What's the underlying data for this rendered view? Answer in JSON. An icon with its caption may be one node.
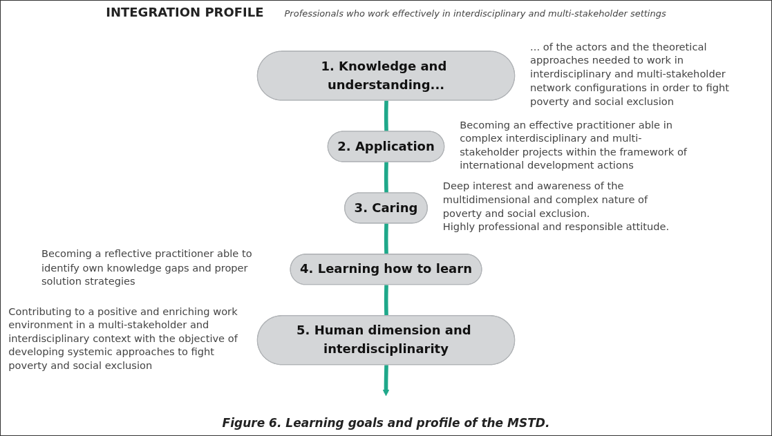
{
  "diagram": {
    "caption": "Figure 6. Learning goals and profile of the MSTD.",
    "nodes": [
      {
        "text": [
          "1. Knowledge and understanding..."
        ],
        "beside": [
          "... of the actors and the theoretical approaches needed to work in interdisciplinary and multi-stakeholder network configurations in order to fight poverty and social exclusion"
        ]
      },
      {
        "text": [
          "2. Application"
        ],
        "beside": [
          "Becoming an effective practitioner able in complex interdisciplinary and multi-stakeholder projects within the framework of international development actions"
        ]
      },
      {
        "text": [
          "3. Caring"
        ],
        "beside": [
          "Deep interest and awareness of the multidimensional and complex nature of poverty and social exclusion.",
          "Highly professional and responsible attitude."
        ]
      },
      {
        "text": [
          "4. Learning how to learn"
        ],
        "beside": [
          "Becoming a reflective practitioner able to identify own knowledge gaps and proper solution strategies"
        ]
      },
      {
        "text": [
          "5. Human dimension and interdisciplinarity"
        ],
        "beside": [
          "Contributing to a positive and enriching work environment in a multi-stakeholder and interdisciplinary context with the objective of developing systemic approaches to fight poverty and social exclusion"
        ]
      }
    ],
    "edges": [
      {
        "from": 0,
        "to": 1,
        "arrow": "none"
      },
      {
        "from": 1,
        "to": 2,
        "arrow": "none"
      },
      {
        "from": 2,
        "to": 3,
        "arrow": "none"
      },
      {
        "from": 3,
        "to": 4,
        "arrow": "none"
      },
      {
        "from": 4,
        "to": null,
        "arrow": "to"
      }
    ],
    "labels": [
      "INTEGRATION PROFILE",
      "Professionals who work effectively in interdisciplinary and multi-stakeholder settings"
    ]
  }
}
